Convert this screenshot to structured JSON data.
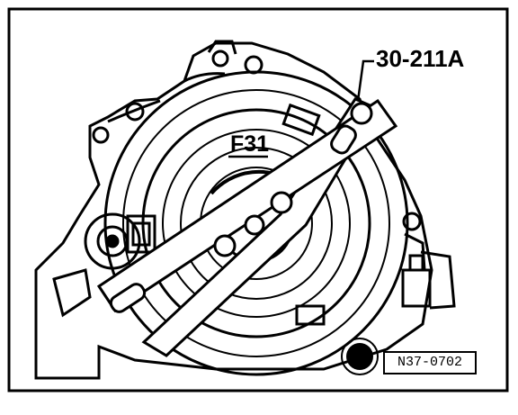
{
  "diagram": {
    "tool_label": "30-211A",
    "part_label": "F31",
    "figure_id": "N37-0702"
  },
  "colors": {
    "line": "#000000",
    "background": "#ffffff"
  },
  "icons": [
    "transmission-housing-drawing",
    "holding-fixture-bar",
    "bolt-icon"
  ]
}
